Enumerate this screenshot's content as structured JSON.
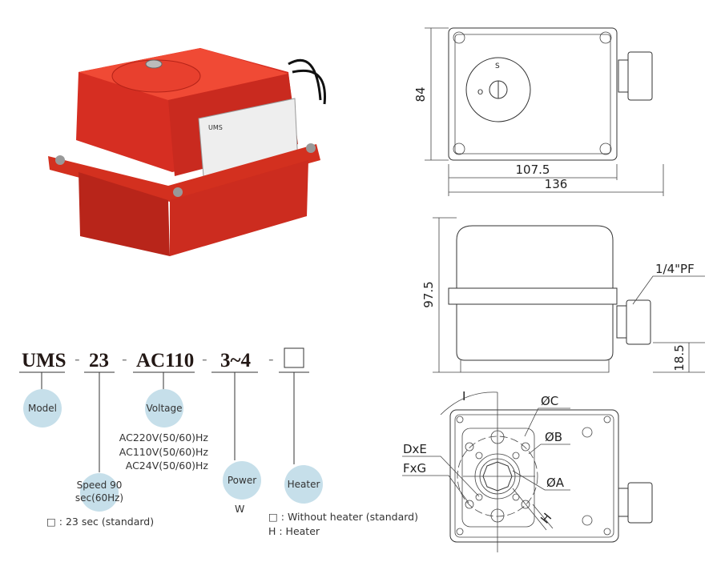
{
  "product_photo": {
    "label": "UMS"
  },
  "model_code": {
    "parts": [
      "UMS",
      "23",
      "AC110",
      "3~4"
    ],
    "separator": "-"
  },
  "legend": {
    "model": "Model",
    "speed_line1": "Speed 90",
    "speed_line2": "sec(60Hz)",
    "speed_note": "□ : 23 sec (standard)",
    "voltage": "Voltage",
    "voltage_options": [
      "AC220V(50/60)Hz",
      "AC110V(50/60)Hz",
      "AC24V(50/60)Hz"
    ],
    "power": "Power",
    "power_unit": "W",
    "heater": "Heater",
    "heater_options": [
      "□ : Without heater (standard)",
      "H : Heater"
    ]
  },
  "dimensions": {
    "top_height": "84",
    "inner_width": "107.5",
    "total_width": "136",
    "side_height": "97.5",
    "port": "1/4\"PF",
    "port_height": "18.5",
    "bottom_labels": {
      "a": "ØA",
      "b": "ØB",
      "c": "ØC",
      "dxe": "DxE",
      "fxg": "FxG",
      "h": "H",
      "i": "I"
    },
    "indicator": {
      "s": "S",
      "o": "O"
    }
  },
  "colors": {
    "body_red": "#e23a2b",
    "bubble": "#c6dfea"
  }
}
